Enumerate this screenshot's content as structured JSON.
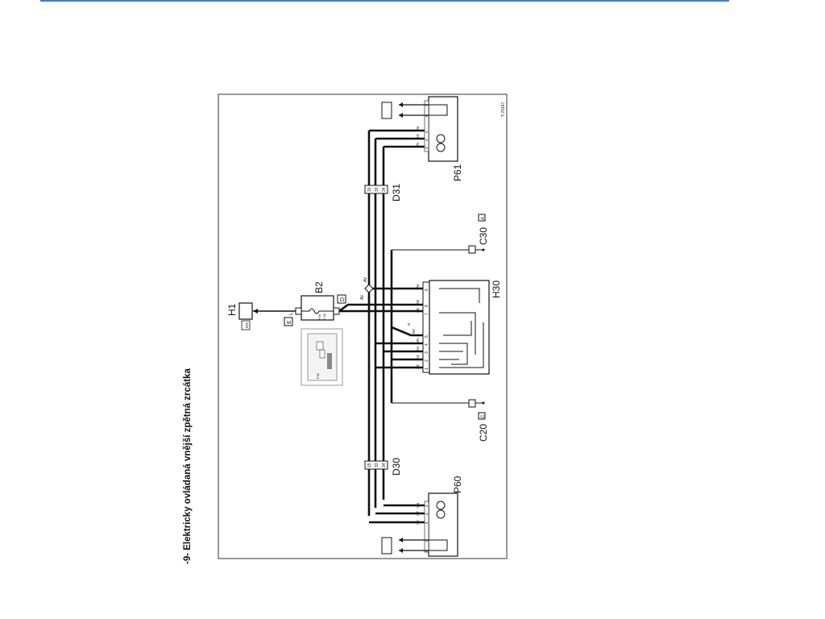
{
  "title": "-9- Elektricky ovládaná vnější zpětná zrcátka",
  "figure_code": "T-70147",
  "components": {
    "h1": {
      "label": "H1",
      "tag": "INT"
    },
    "b2": {
      "label": "B2",
      "fuse": "F49",
      "rating": "7,5A",
      "connector_in": "E",
      "connector_out": "D",
      "wire_in": "L"
    },
    "h30": {
      "label": "H30",
      "pins": [
        "6",
        "8",
        "7",
        "5",
        "4",
        "3",
        "2",
        "1"
      ],
      "wires": [
        "AV",
        "AB",
        "AB",
        "NZ",
        "VN",
        "AG",
        "AZ",
        "ZB"
      ]
    },
    "p60": {
      "label": "P60",
      "pins": [
        "3",
        "4",
        "5",
        "6",
        "7"
      ],
      "wires": [
        "VN",
        "AZ",
        "AV"
      ]
    },
    "p61": {
      "label": "P61",
      "pins": [
        "7",
        "6",
        "5",
        "4",
        "3"
      ],
      "wires": [
        "AV",
        "AZ",
        "VN"
      ]
    },
    "d30": {
      "label": "D30",
      "pins": [
        "15",
        "33",
        "34"
      ]
    },
    "d31": {
      "label": "D31",
      "pins": [
        "15",
        "33",
        "34"
      ]
    },
    "c20": {
      "label": "C20",
      "tag": "C"
    },
    "c30": {
      "label": "C30",
      "tag": "A"
    },
    "node": {
      "wire_a": "AV",
      "wire_b": "AV"
    },
    "n_label": "N"
  },
  "colors": {
    "line": "#111111",
    "top_bar": "#4a78c8",
    "frame": "#333333"
  }
}
